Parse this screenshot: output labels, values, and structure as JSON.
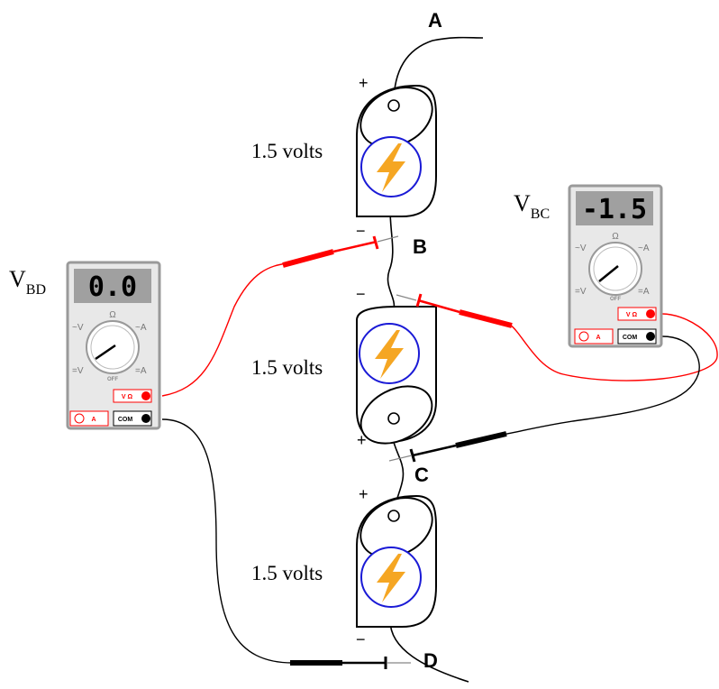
{
  "nodes": {
    "a": "A",
    "b": "B",
    "c": "C",
    "d": "D"
  },
  "batteries": [
    {
      "label": "1.5 volts",
      "positive": "+",
      "negative": "−"
    },
    {
      "label": "1.5 volts",
      "positive": "+",
      "negative": "−"
    },
    {
      "label": "1.5 volts",
      "positive": "+",
      "negative": "−"
    }
  ],
  "meters": {
    "left": {
      "label_main": "V",
      "label_sub": "BD",
      "display": "0.0",
      "dial": {
        "ohm": "Ω",
        "off": "OFF"
      },
      "jacks": {
        "vohm": "V Ω",
        "amp": "A",
        "com": "COM"
      }
    },
    "right": {
      "label_main": "V",
      "label_sub": "BC",
      "display": "-1.5",
      "dial": {
        "ohm": "Ω",
        "off": "OFF"
      },
      "jacks": {
        "vohm": "V Ω",
        "amp": "A",
        "com": "COM"
      }
    }
  },
  "colors": {
    "probe_red": "#ff0000",
    "probe_black": "#000000",
    "bolt": "#f5a623",
    "ring": "#1a1ad6",
    "meter_case": "#e8e8e8",
    "meter_border": "#9a9a9a",
    "lcd_bg": "#a0a0a0"
  },
  "icons": {
    "bolt": "lightning-bolt-icon"
  }
}
